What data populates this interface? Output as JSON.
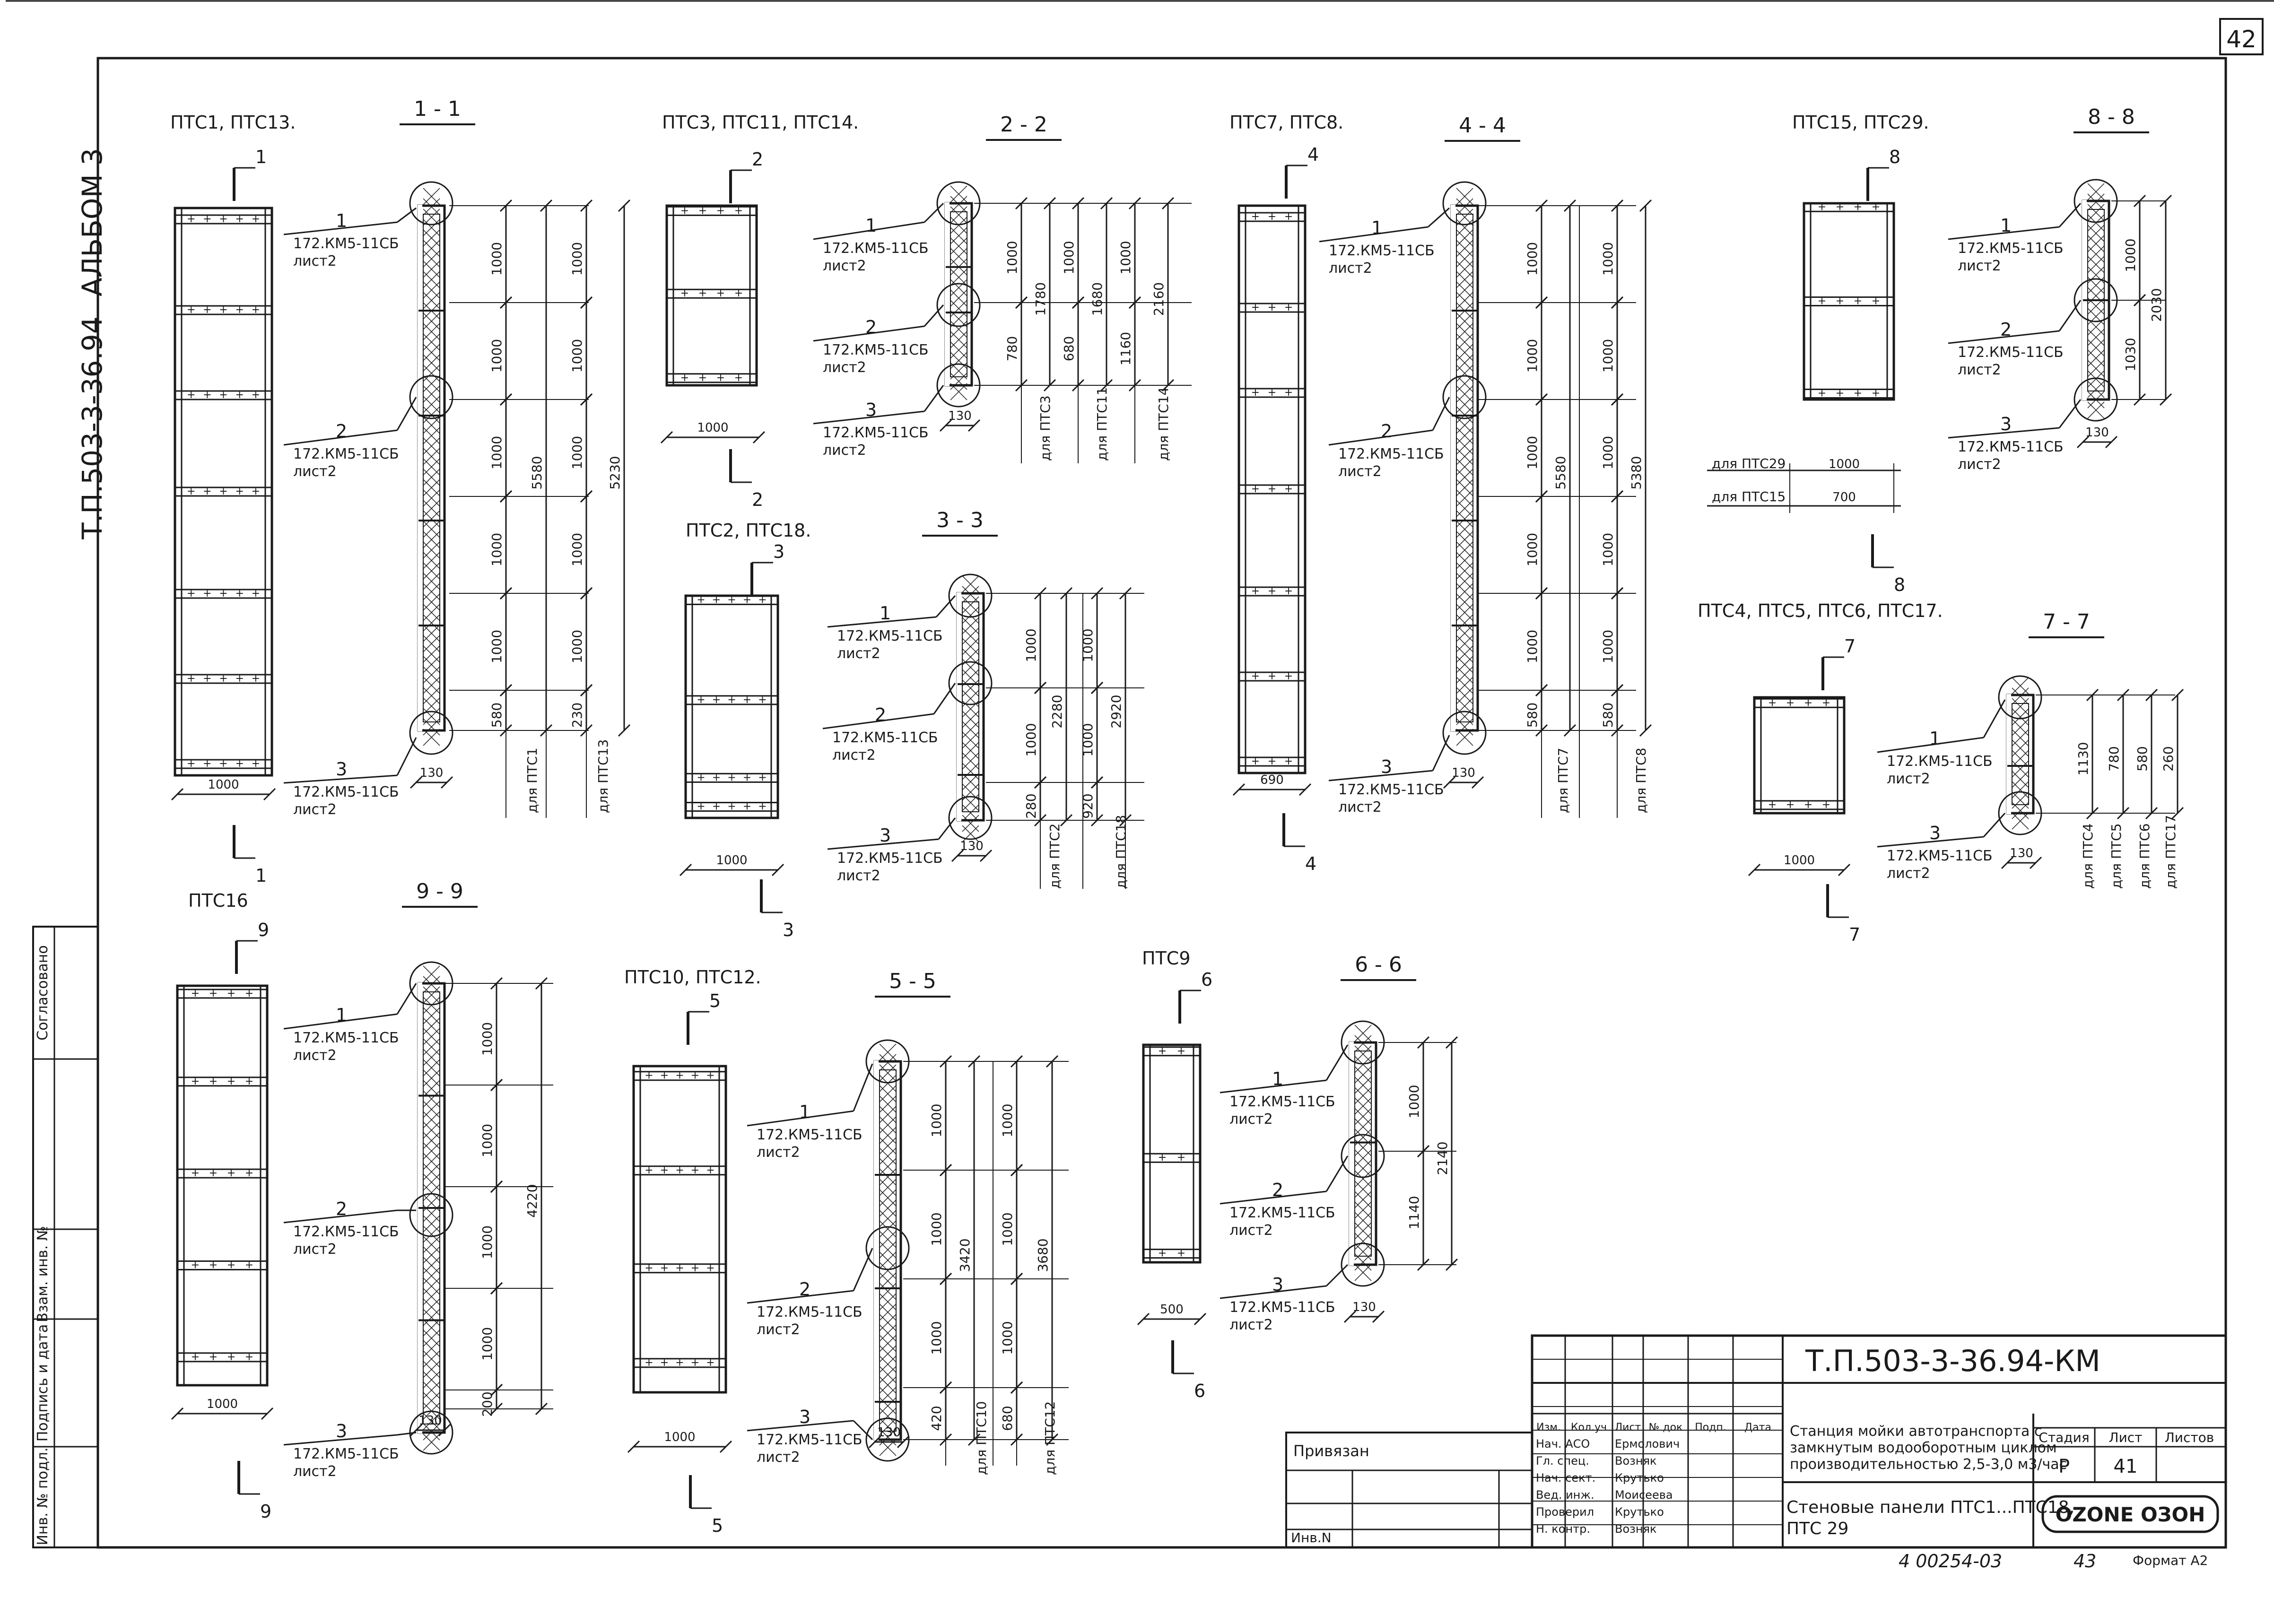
{
  "page_number": "42",
  "album": "АЛЬБОМ 3",
  "side_code": "Т.П.503-3-36.94",
  "side_labels": [
    "Согласовано",
    "Взам. инв. №",
    "Подпись и дата",
    "Инв. № подл."
  ],
  "note_label": "лист2",
  "mark_label": "172.КМ5-11СБ",
  "for_prefix": "для",
  "dims": {
    "w1000": "1000",
    "w690": "690",
    "w700": "700",
    "w500": "500",
    "w130": "130",
    "d5580": "5580",
    "d5230": "5230",
    "d580": "580",
    "d230": "230",
    "d1780": "1780",
    "d1680": "1680",
    "d2160": "2160",
    "d780": "780",
    "d680": "680",
    "d1160": "1160",
    "d2280": "2280",
    "d2920": "2920",
    "d280": "280",
    "d920": "920",
    "d5380": "5380",
    "d2030": "2030",
    "d1030": "1030",
    "d1130": "1130",
    "d580b": "580",
    "d260": "260",
    "d130": "130",
    "d4220": "4220",
    "d200": "200",
    "d3420": "3420",
    "d3680": "3680",
    "d420": "420",
    "d2140": "2140",
    "d1140": "1140"
  },
  "panels": [
    {
      "id": "1",
      "title": "ПТС1, ПТС13.",
      "section": "1 - 1",
      "cut": "1",
      "width": "1000",
      "for": [
        "ПТС1",
        "ПТС13"
      ]
    },
    {
      "id": "2",
      "title": "ПТС3, ПТС11, ПТС14.",
      "section": "2 - 2",
      "cut": "2",
      "width": "1000",
      "for": [
        "ПТС3",
        "ПТС11",
        "ПТС14"
      ]
    },
    {
      "id": "3",
      "title": "ПТС2, ПТС18.",
      "section": "3 - 3",
      "cut": "3",
      "width": "1000",
      "for": [
        "ПТС2",
        "ПТС18"
      ]
    },
    {
      "id": "4",
      "title": "ПТС7, ПТС8.",
      "section": "4 - 4",
      "cut": "4",
      "width": "690",
      "for": [
        "ПТС7",
        "ПТС8"
      ]
    },
    {
      "id": "8",
      "title": "ПТС15, ПТС29.",
      "section": "8 - 8",
      "cut": "8",
      "for": [
        "ПТС29",
        "ПТС15"
      ],
      "widths": [
        "1000",
        "700"
      ]
    },
    {
      "id": "7",
      "title": "ПТС4, ПТС5, ПТС6, ПТС17.",
      "section": "7 - 7",
      "cut": "7",
      "width": "1000",
      "for": [
        "ПТС4",
        "ПТС5",
        "ПТС6",
        "ПТС17"
      ]
    },
    {
      "id": "9",
      "title": "ПТС16",
      "section": "9 - 9",
      "cut": "9",
      "width": "1000"
    },
    {
      "id": "5",
      "title": "ПТС10, ПТС12.",
      "section": "5 - 5",
      "cut": "5",
      "width": "1000",
      "for": [
        "ПТС10",
        "ПТС12"
      ]
    },
    {
      "id": "6",
      "title": "ПТС9",
      "section": "6 - 6",
      "cut": "6",
      "width": "500"
    }
  ],
  "stamp": {
    "code": "Т.П.503-3-36.94-КМ",
    "privyazan": "Привязан",
    "inv": "Инв.N",
    "headers": [
      "Изм.",
      "Кол.уч",
      "Лист",
      "№ док",
      "Подп.",
      "Дата"
    ],
    "roles": [
      {
        "role": "Нач. АСО",
        "name": "Ермолович"
      },
      {
        "role": "Гл. спец.",
        "name": "Возняк"
      },
      {
        "role": "Нач. сект.",
        "name": "Крутько"
      },
      {
        "role": "Вед. инж.",
        "name": "Моисеева"
      },
      {
        "role": "Проверил",
        "name": "Крутько"
      },
      {
        "role": "Н. контр.",
        "name": "Возняк"
      }
    ],
    "project_lines": [
      "Станция мойки автотранспорта с",
      "замкнутым водооборотным циклом",
      "производительностью 2,5-3,0 м3/час"
    ],
    "sheet_title_lines": [
      "Стеновые панели ПТС1...ПТС18,",
      "ПТС 29"
    ],
    "stage_label": "Стадия",
    "sheet_label": "Лист",
    "sheets_label": "Листов",
    "stage": "Р",
    "sheet": "41",
    "logo": "OZONE ОЗОН",
    "bottom_number": "4 00254-03",
    "bottom_page": "43",
    "format": "Формат А2"
  }
}
